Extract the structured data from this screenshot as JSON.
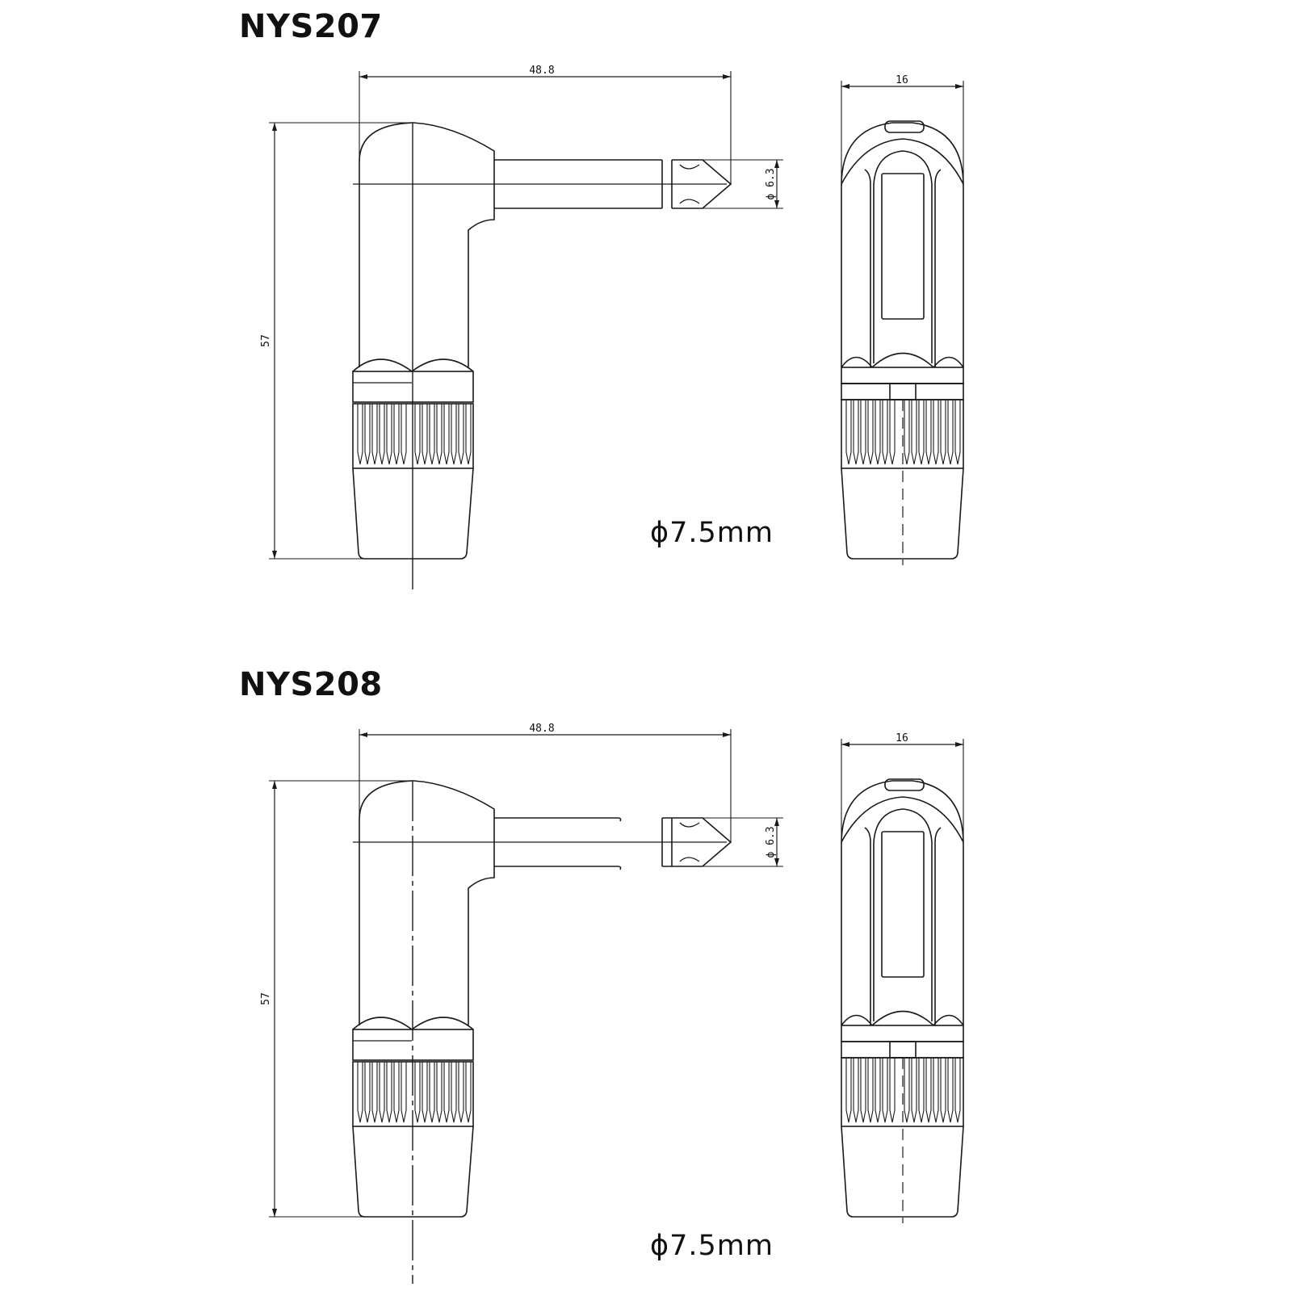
{
  "panels": [
    {
      "model": "NYS207",
      "dims": {
        "overall_length": "48.8",
        "plug_diameter": "ϕ 6.3",
        "height": "57",
        "width": "16"
      },
      "cable_diameter": "ϕ7.5mm"
    },
    {
      "model": "NYS208",
      "dims": {
        "overall_length": "48.8",
        "plug_diameter": "ϕ 6.3",
        "height": "57",
        "width": "16"
      },
      "cable_diameter": "ϕ7.5mm"
    }
  ],
  "colors": {
    "line": "#1a1a1a",
    "background": "#ffffff"
  }
}
